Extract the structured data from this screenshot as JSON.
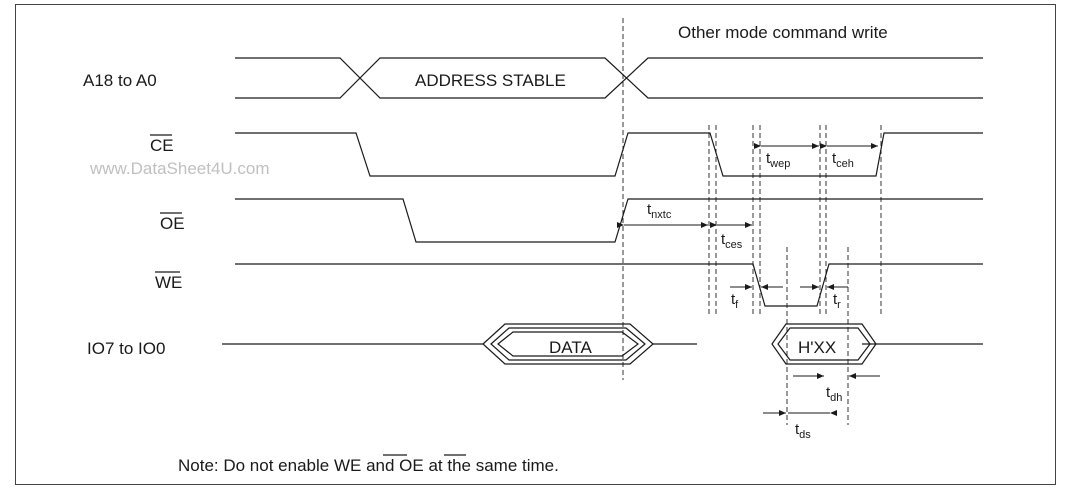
{
  "title": "Other mode command write",
  "watermark": "www.DataSheet4U.com",
  "signals": {
    "addr": "A18 to A0",
    "ce": "CE",
    "oe": "OE",
    "we": "WE",
    "io": "IO7 to IO0"
  },
  "labels": {
    "address_stable": "ADDRESS STABLE",
    "data": "DATA",
    "hxx": "H'XX"
  },
  "timings": {
    "wep": {
      "main": "t",
      "sub": "wep"
    },
    "ceh": {
      "main": "t",
      "sub": "ceh"
    },
    "nxtc": {
      "main": "t",
      "sub": "nxtc"
    },
    "ces": {
      "main": "t",
      "sub": "ces"
    },
    "f": {
      "main": "t",
      "sub": "f"
    },
    "r": {
      "main": "t",
      "sub": "r"
    },
    "dh": {
      "main": "t",
      "sub": "dh"
    },
    "ds": {
      "main": "t",
      "sub": "ds"
    }
  },
  "note": {
    "prefix": "Note:  Do not enable ",
    "we": "WE",
    "and": " and ",
    "oe": "OE",
    "suffix": " at the same time."
  }
}
